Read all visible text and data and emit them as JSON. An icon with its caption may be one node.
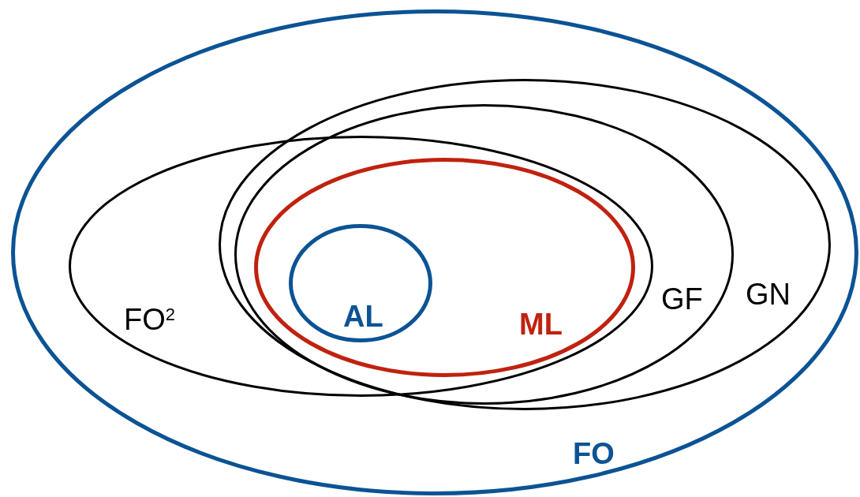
{
  "diagram": {
    "nodes": [
      {
        "text": [
          "FO"
        ]
      },
      {
        "text": [
          "FO$^{2}$"
        ],
        "in": 0
      },
      {
        "text": [
          "GN"
        ],
        "in": 0
      },
      {
        "text": [
          "GF"
        ],
        "in": 2
      },
      {
        "text": [
          "ML"
        ]
      },
      {
        "text": [
          "AL"
        ],
        "in": 4
      }
    ]
  }
}
